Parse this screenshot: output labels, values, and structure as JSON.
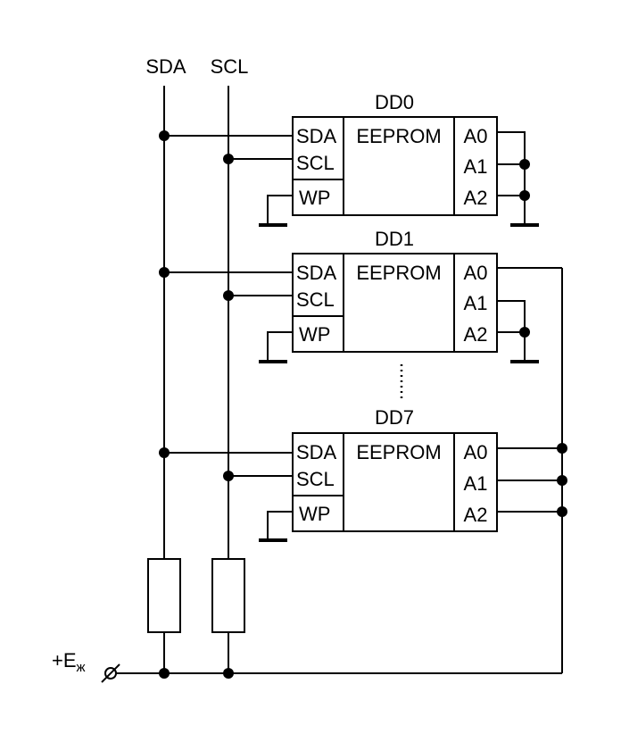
{
  "bus": {
    "sda_label": "SDA",
    "scl_label": "SCL"
  },
  "supply": {
    "label": "+E",
    "subscript": "ж"
  },
  "chips": [
    {
      "name": "DD0",
      "core": "EEPROM",
      "left_pins": [
        "SDA",
        "SCL",
        "WP"
      ],
      "right_pins": [
        "A0",
        "A1",
        "A2"
      ]
    },
    {
      "name": "DD1",
      "core": "EEPROM",
      "left_pins": [
        "SDA",
        "SCL",
        "WP"
      ],
      "right_pins": [
        "A0",
        "A1",
        "A2"
      ]
    },
    {
      "name": "DD7",
      "core": "EEPROM",
      "left_pins": [
        "SDA",
        "SCL",
        "WP"
      ],
      "right_pins": [
        "A0",
        "A1",
        "A2"
      ]
    }
  ]
}
